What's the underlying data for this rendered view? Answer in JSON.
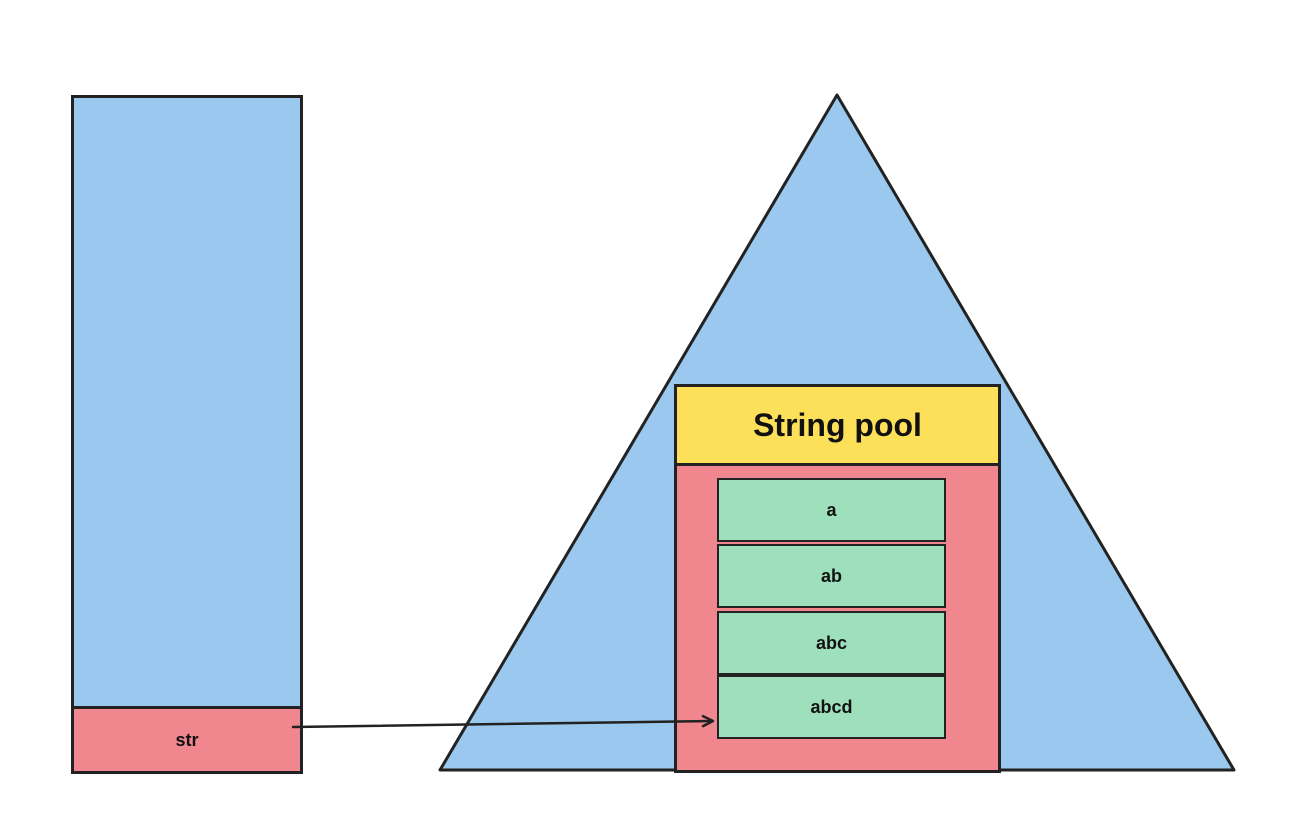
{
  "stack": {
    "variable_label": "str"
  },
  "heap": {
    "pool_title": "String pool",
    "pool_entries": [
      "a",
      "ab",
      "abc",
      "abcd"
    ]
  },
  "colors": {
    "stack_fill": "#9ac8ee",
    "heap_fill": "#9ac8ee",
    "variable_fill": "#f0878f",
    "pool_body_fill": "#f0878f",
    "pool_header_fill": "#fde059",
    "entry_fill": "#9ee0bb",
    "outline": "#222222"
  }
}
